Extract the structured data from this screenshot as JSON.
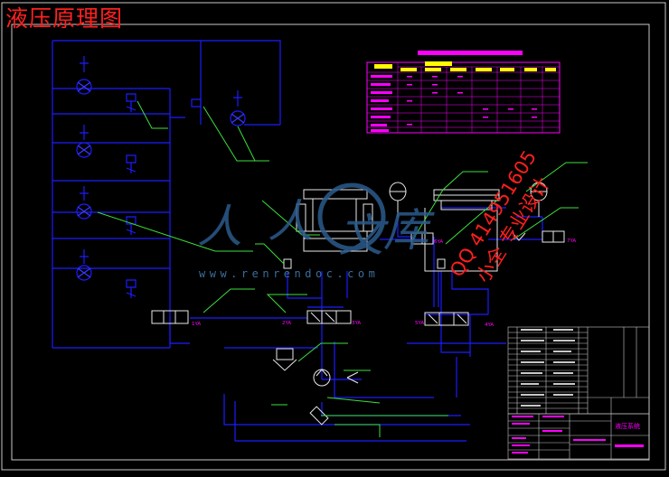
{
  "title": "液压原理图",
  "watermark": {
    "logo_chars": [
      "人",
      "人",
      "文",
      "库"
    ],
    "url": "www.renrendoc.com",
    "contact_line1": "QQ 414951605",
    "contact_line2": "小全 专业设计"
  },
  "title_block": {
    "drawing_name": "液压系统"
  },
  "colors": {
    "background": "#000000",
    "title": "#ff2020",
    "frame": "#c8c8c8",
    "hydraulic_line": "#1c1cff",
    "leader": "#3ce03c",
    "label": "#ff00ff",
    "table_header": "#ffff00",
    "watermark_logo": "#2b5b8c",
    "watermark_text": "#ff1e1e"
  }
}
